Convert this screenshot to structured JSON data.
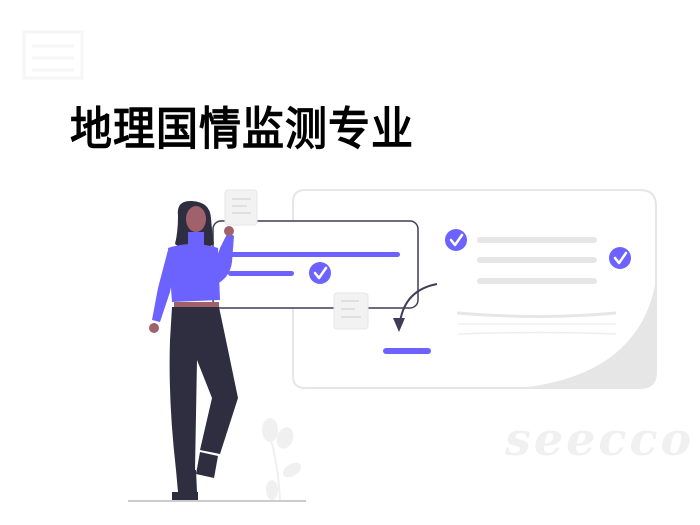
{
  "header": {
    "title": "地理国情监测专业"
  },
  "watermark": {
    "brand_text": "seecco"
  },
  "illustration": {
    "description": "woman in purple sweater holding a note next to checklist cards",
    "colors": {
      "accent": "#6c63ff",
      "dark": "#2f2e41",
      "skin": "#a0616a",
      "light_gray": "#e6e6e6",
      "border_gray": "#e0e0e0",
      "card_border": "#3f3d56"
    },
    "icons": [
      "check-circle-icon",
      "check-circle-icon",
      "check-circle-icon",
      "note-icon",
      "note-icon",
      "curved-arrow-icon",
      "plant-icon"
    ]
  }
}
